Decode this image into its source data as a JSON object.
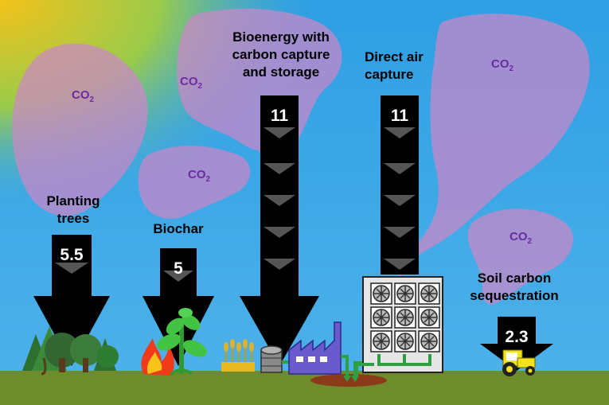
{
  "co2_label": "CO",
  "co2_subscript": "2",
  "methods": [
    {
      "name_lines": [
        "Planting",
        "trees"
      ],
      "value": "5.5"
    },
    {
      "name_lines": [
        "Biochar"
      ],
      "value": "5"
    },
    {
      "name_lines": [
        "Bioenergy with",
        "carbon capture",
        "and storage"
      ],
      "value": "11"
    },
    {
      "name_lines": [
        "Direct air",
        "capture"
      ],
      "value": "11"
    },
    {
      "name_lines": [
        "Soil carbon",
        "sequestration"
      ],
      "value": "2.3"
    }
  ],
  "colors": {
    "sky": "#3aa6e6",
    "sun": "#f5c518",
    "cloud": "#c98ad0",
    "ground": "#6e8c2c",
    "arrow": "#000000",
    "chevron": "#555555",
    "tree": "#2f7d32",
    "leaf": "#3bbf3b",
    "factory": "#6a5acd",
    "tractor": "#f2e21a",
    "pit": "#8b3a1a",
    "pipe": "#2ea043"
  }
}
